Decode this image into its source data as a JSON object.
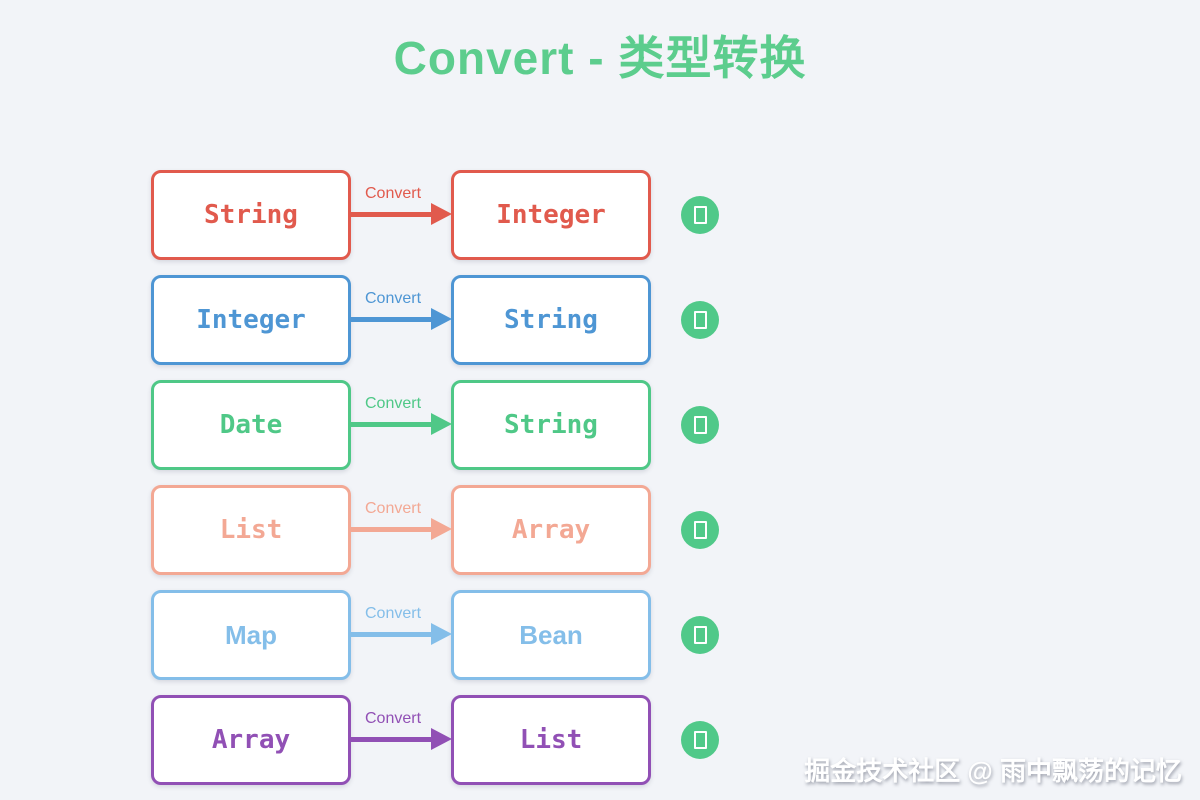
{
  "title": "Convert - 类型转换",
  "title_color": "#5ccd8d",
  "background_color": "#f2f4f8",
  "rows": [
    {
      "from": "String",
      "to": "Integer",
      "arrow_label": "Convert",
      "color": "#e15a4d"
    },
    {
      "from": "Integer",
      "to": "String",
      "arrow_label": "Convert",
      "color": "#4e96d4"
    },
    {
      "from": "Date",
      "to": "String",
      "arrow_label": "Convert",
      "color": "#4fc887"
    },
    {
      "from": "List",
      "to": "Array",
      "arrow_label": "Convert",
      "color": "#f3a894"
    },
    {
      "from": "Map",
      "to": "Bean",
      "arrow_label": "Convert",
      "color": "#84bee9"
    },
    {
      "from": "Array",
      "to": "List",
      "arrow_label": "Convert",
      "color": "#9150b5"
    }
  ],
  "status_icon": {
    "circle_color": "#50c989"
  },
  "watermark": "掘金技术社区 @ 雨中飘荡的记忆"
}
